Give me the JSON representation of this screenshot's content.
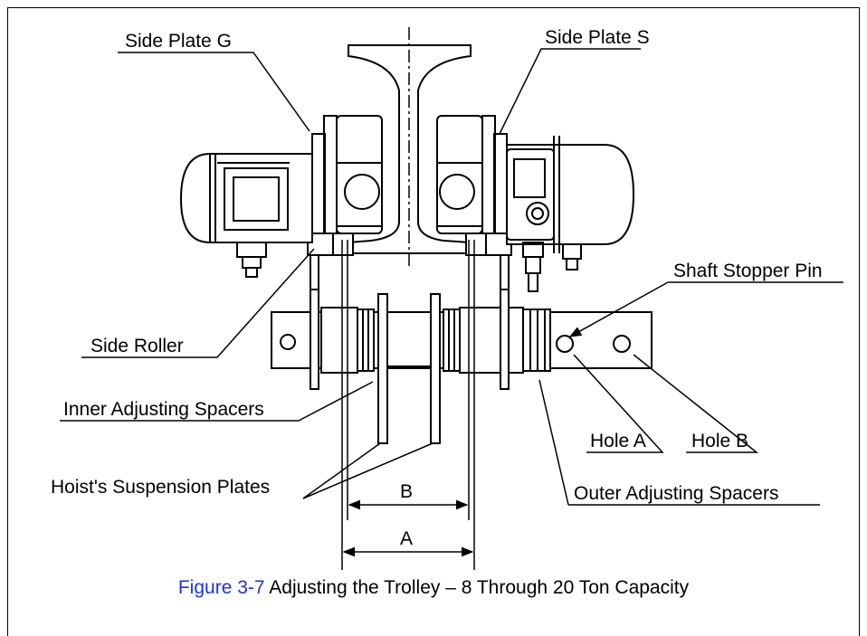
{
  "labels": {
    "side_plate_g": "Side Plate G",
    "side_plate_s": "Side Plate S",
    "shaft_stopper_pin": "Shaft Stopper Pin",
    "side_roller": "Side Roller",
    "inner_adjusting_spacers": "Inner Adjusting Spacers",
    "hole_a": "Hole A",
    "hole_b": "Hole B",
    "hoists_suspension_plates": "Hoist's Suspension Plates",
    "outer_adjusting_spacers": "Outer Adjusting Spacers",
    "dim_b": "B",
    "dim_a": "A"
  },
  "caption": {
    "figure_number": "Figure 3-7",
    "text": "Adjusting the Trolley – 8 Through 20 Ton Capacity"
  },
  "colors": {
    "line": "#000000",
    "figure_number": "#1a33e6",
    "background": "#ffffff"
  }
}
